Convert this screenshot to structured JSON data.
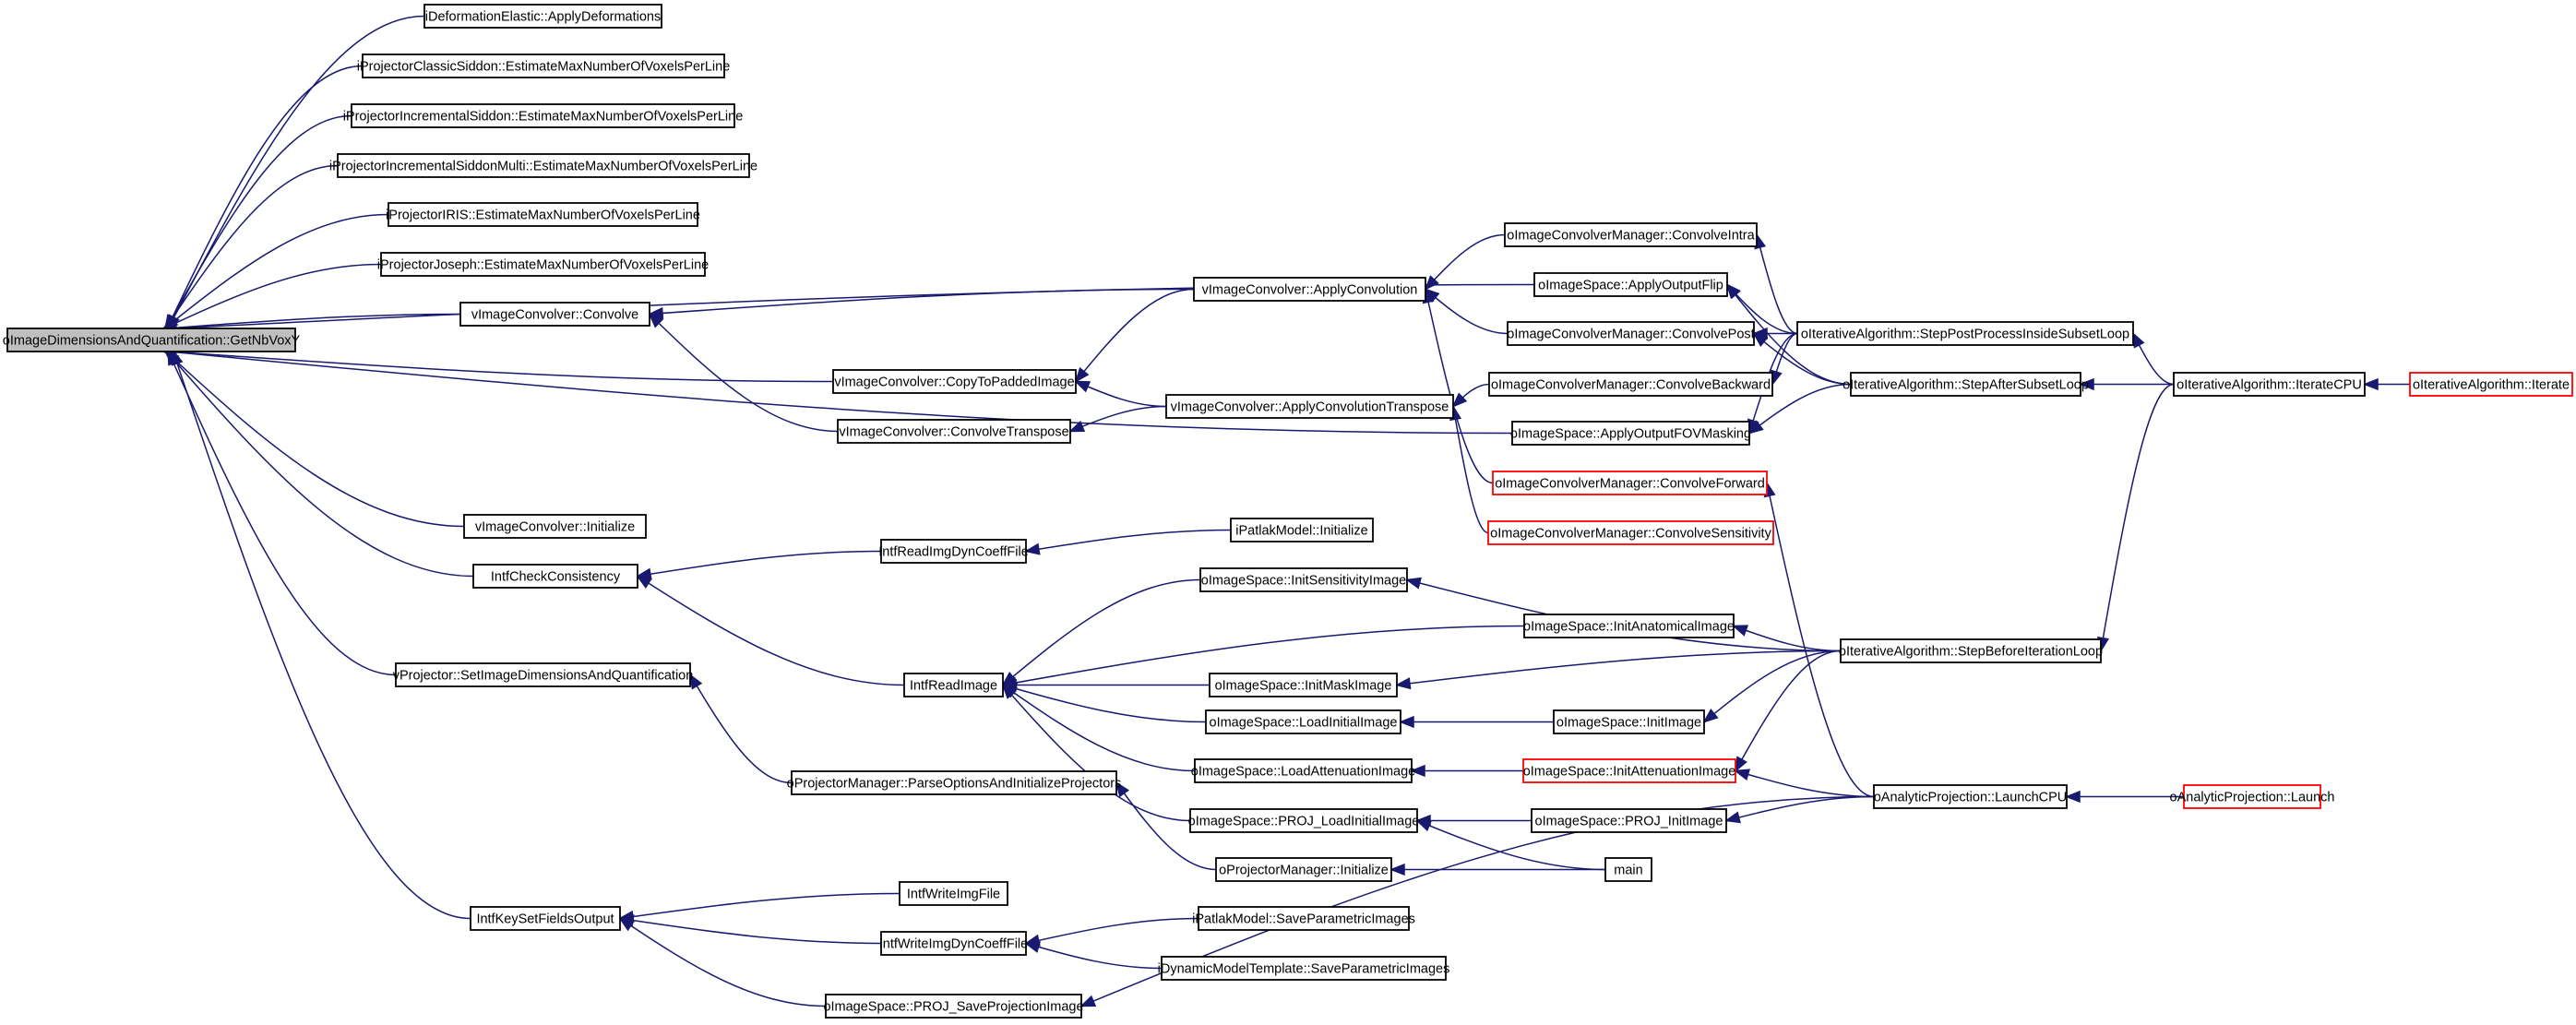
{
  "colors": {
    "edge": "#191970",
    "root_fill": "#bfbfbf",
    "node_border": "#000000",
    "truncated_border": "#ff0000"
  },
  "nodes": [
    {
      "id": "root",
      "label": "oImageDimensionsAndQuantification::GetNbVoxY",
      "root": true
    },
    {
      "id": "n1",
      "label": "iDeformationElastic::ApplyDeformations"
    },
    {
      "id": "n2",
      "label": "iProjectorClassicSiddon::EstimateMaxNumberOfVoxelsPerLine"
    },
    {
      "id": "n3",
      "label": "iProjectorIncrementalSiddon::EstimateMaxNumberOfVoxelsPerLine"
    },
    {
      "id": "n4",
      "label": "iProjectorIncrementalSiddonMulti::EstimateMaxNumberOfVoxelsPerLine"
    },
    {
      "id": "n5",
      "label": "iProjectorIRIS::EstimateMaxNumberOfVoxelsPerLine"
    },
    {
      "id": "n6",
      "label": "iProjectorJoseph::EstimateMaxNumberOfVoxelsPerLine"
    },
    {
      "id": "n7",
      "label": "vImageConvolver::Convolve"
    },
    {
      "id": "n8",
      "label": "vImageConvolver::CopyToPaddedImage"
    },
    {
      "id": "n9",
      "label": "vImageConvolver::ConvolveTranspose"
    },
    {
      "id": "n10",
      "label": "vImageConvolver::ApplyConvolution"
    },
    {
      "id": "n11",
      "label": "vImageConvolver::ApplyConvolutionTranspose"
    },
    {
      "id": "n12",
      "label": "oImageConvolverManager::ConvolveIntra"
    },
    {
      "id": "n13",
      "label": "oImageSpace::ApplyOutputFlip"
    },
    {
      "id": "n14",
      "label": "oImageConvolverManager::ConvolvePost"
    },
    {
      "id": "n15",
      "label": "oImageConvolverManager::ConvolveBackward"
    },
    {
      "id": "n16",
      "label": "oImageSpace::ApplyOutputFOVMasking"
    },
    {
      "id": "n17",
      "label": "oImageConvolverManager::ConvolveForward",
      "truncated": true
    },
    {
      "id": "n18",
      "label": "oImageConvolverManager::ConvolveSensitivity",
      "truncated": true
    },
    {
      "id": "n19",
      "label": "oIterativeAlgorithm::StepPostProcessInsideSubsetLoop"
    },
    {
      "id": "n20",
      "label": "oIterativeAlgorithm::StepAfterSubsetLoop"
    },
    {
      "id": "n21",
      "label": "oIterativeAlgorithm::IterateCPU"
    },
    {
      "id": "n22",
      "label": "oIterativeAlgorithm::Iterate",
      "truncated": true
    },
    {
      "id": "n23",
      "label": "vImageConvolver::Initialize"
    },
    {
      "id": "n24",
      "label": "IntfCheckConsistency"
    },
    {
      "id": "n25",
      "label": "IntfReadImgDynCoeffFile"
    },
    {
      "id": "n26",
      "label": "iPatlakModel::Initialize"
    },
    {
      "id": "n27",
      "label": "vProjector::SetImageDimensionsAndQuantification"
    },
    {
      "id": "n28",
      "label": "IntfReadImage"
    },
    {
      "id": "n29",
      "label": "oImageSpace::InitSensitivityImage"
    },
    {
      "id": "n30",
      "label": "oImageSpace::InitAnatomicalImage"
    },
    {
      "id": "n31",
      "label": "oImageSpace::InitMaskImage"
    },
    {
      "id": "n32",
      "label": "oImageSpace::LoadInitialImage"
    },
    {
      "id": "n33",
      "label": "oImageSpace::LoadAttenuationImage"
    },
    {
      "id": "n34",
      "label": "oImageSpace::PROJ_LoadInitialImage"
    },
    {
      "id": "n35",
      "label": "oIterativeAlgorithm::StepBeforeIterationLoop"
    },
    {
      "id": "n36",
      "label": "oImageSpace::InitImage"
    },
    {
      "id": "n37",
      "label": "oImageSpace::InitAttenuationImage",
      "truncated": true
    },
    {
      "id": "n38",
      "label": "oImageSpace::PROJ_InitImage"
    },
    {
      "id": "n39",
      "label": "oAnalyticProjection::LaunchCPU"
    },
    {
      "id": "n40",
      "label": "oAnalyticProjection::Launch",
      "truncated": true
    },
    {
      "id": "n41",
      "label": "oProjectorManager::ParseOptionsAndInitializeProjectors"
    },
    {
      "id": "n42",
      "label": "oProjectorManager::Initialize"
    },
    {
      "id": "n43",
      "label": "main"
    },
    {
      "id": "n44",
      "label": "IntfKeySetFieldsOutput"
    },
    {
      "id": "n45",
      "label": "IntfWriteImgFile"
    },
    {
      "id": "n46",
      "label": "IntfWriteImgDynCoeffFile"
    },
    {
      "id": "n47",
      "label": "iPatlakModel::SaveParametricImages"
    },
    {
      "id": "n48",
      "label": "iDynamicModelTemplate::SaveParametricImages"
    },
    {
      "id": "n49",
      "label": "oImageSpace::PROJ_SaveProjectionImage"
    }
  ],
  "edges": [
    [
      "root",
      "n1"
    ],
    [
      "root",
      "n2"
    ],
    [
      "root",
      "n3"
    ],
    [
      "root",
      "n4"
    ],
    [
      "root",
      "n5"
    ],
    [
      "root",
      "n6"
    ],
    [
      "root",
      "n13"
    ],
    [
      "root",
      "n7"
    ],
    [
      "root",
      "n8"
    ],
    [
      "root",
      "n16"
    ],
    [
      "root",
      "n23"
    ],
    [
      "root",
      "n24"
    ],
    [
      "root",
      "n27"
    ],
    [
      "root",
      "n44"
    ],
    [
      "n7",
      "n10"
    ],
    [
      "n7",
      "n9"
    ],
    [
      "n8",
      "n10"
    ],
    [
      "n8",
      "n11"
    ],
    [
      "n9",
      "n11"
    ],
    [
      "n10",
      "n12"
    ],
    [
      "n10",
      "n14"
    ],
    [
      "n10",
      "n17"
    ],
    [
      "n11",
      "n15"
    ],
    [
      "n11",
      "n18"
    ],
    [
      "n12",
      "n19"
    ],
    [
      "n13",
      "n19"
    ],
    [
      "n13",
      "n20"
    ],
    [
      "n14",
      "n19"
    ],
    [
      "n14",
      "n20"
    ],
    [
      "n15",
      "n19"
    ],
    [
      "n16",
      "n19"
    ],
    [
      "n16",
      "n20"
    ],
    [
      "n17",
      "n39"
    ],
    [
      "n19",
      "n21"
    ],
    [
      "n20",
      "n21"
    ],
    [
      "n35",
      "n21"
    ],
    [
      "n21",
      "n22"
    ],
    [
      "n24",
      "n25"
    ],
    [
      "n24",
      "n28"
    ],
    [
      "n25",
      "n26"
    ],
    [
      "n27",
      "n41"
    ],
    [
      "n28",
      "n29"
    ],
    [
      "n28",
      "n30"
    ],
    [
      "n28",
      "n31"
    ],
    [
      "n28",
      "n32"
    ],
    [
      "n28",
      "n33"
    ],
    [
      "n28",
      "n34"
    ],
    [
      "n29",
      "n35"
    ],
    [
      "n30",
      "n35"
    ],
    [
      "n31",
      "n35"
    ],
    [
      "n32",
      "n36"
    ],
    [
      "n36",
      "n35"
    ],
    [
      "n33",
      "n37"
    ],
    [
      "n37",
      "n35"
    ],
    [
      "n37",
      "n39"
    ],
    [
      "n34",
      "n38"
    ],
    [
      "n34",
      "n43"
    ],
    [
      "n38",
      "n39"
    ],
    [
      "n39",
      "n40"
    ],
    [
      "n41",
      "n42"
    ],
    [
      "n42",
      "n43"
    ],
    [
      "n44",
      "n45"
    ],
    [
      "n44",
      "n46"
    ],
    [
      "n44",
      "n49"
    ],
    [
      "n46",
      "n47"
    ],
    [
      "n46",
      "n48"
    ],
    [
      "n49",
      "n39"
    ]
  ]
}
